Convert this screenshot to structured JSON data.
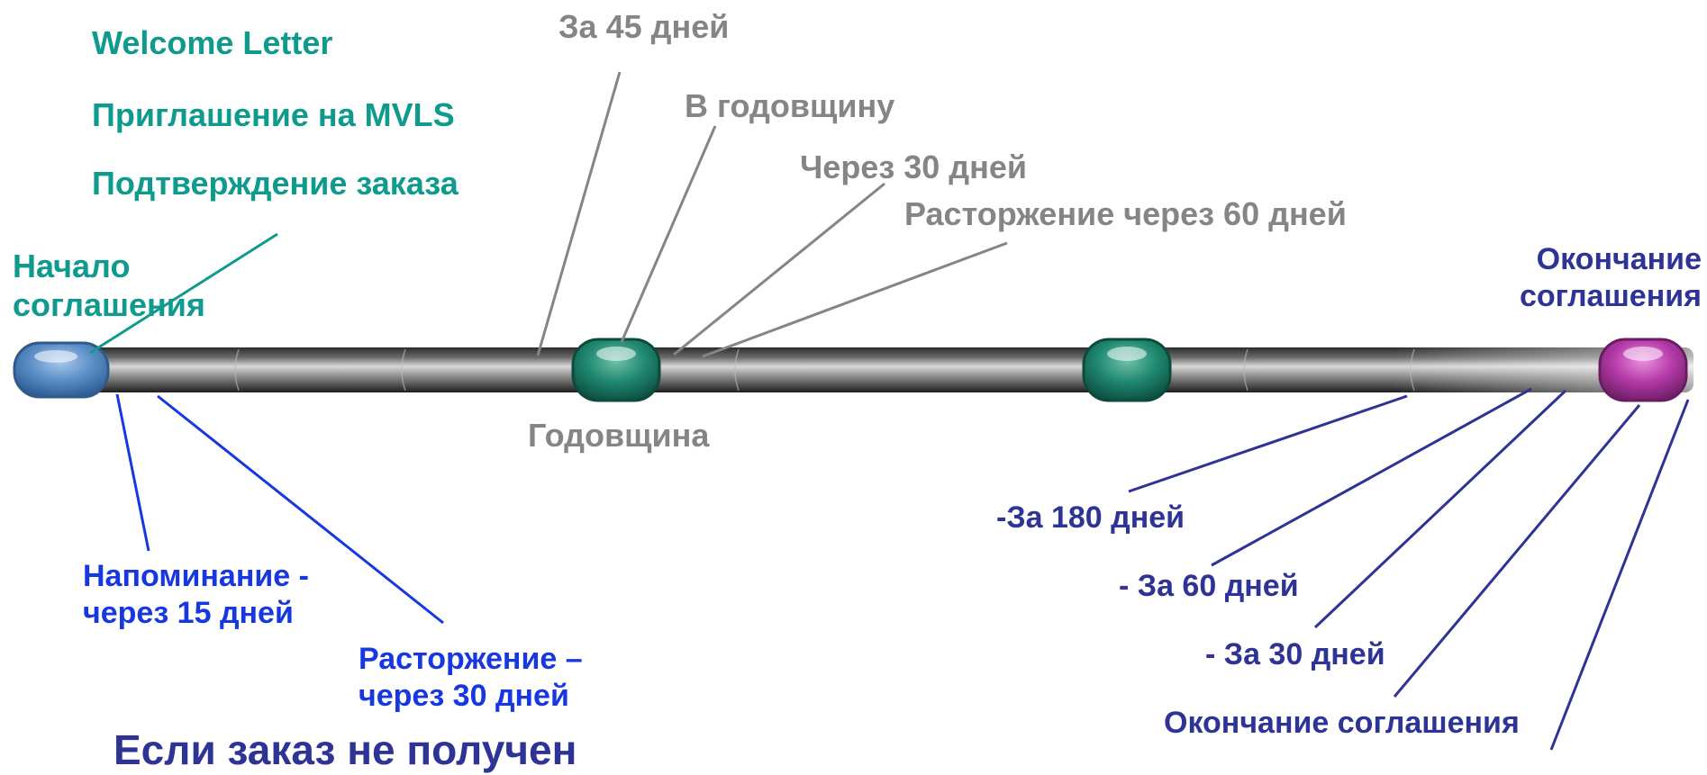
{
  "start": {
    "label_line1": "Начало",
    "label_line2": "соглашения",
    "events": [
      "Welcome Letter",
      "Приглашение на MVLS",
      "Подтверждение заказа"
    ],
    "reminders": {
      "reminder_line1": "Напоминание -",
      "reminder_line2": "через 15 дней",
      "termination_line1": "Расторжение –",
      "termination_line2": "через 30 дней"
    },
    "note": "Если заказ не получен"
  },
  "anniversary": {
    "label": "Годовщина",
    "events": [
      "За 45 дней",
      "В годовщину",
      "Через 30 дней",
      "Расторжение через 60 дней"
    ]
  },
  "end": {
    "label_line1": "Окончание",
    "label_line2": "соглашения",
    "events": [
      "-За 180 дней",
      "- За 60 дней",
      "- За 30 дней",
      "Окончание соглашения"
    ]
  },
  "colors": {
    "start_node": "#4f86c2",
    "anniversary_node": "#1f8870",
    "end_node": "#b43aa8",
    "teal_text": "#0f9a8e",
    "gray_text": "#858585",
    "blue_text": "#1738e0",
    "navy_text": "#2e3495"
  }
}
